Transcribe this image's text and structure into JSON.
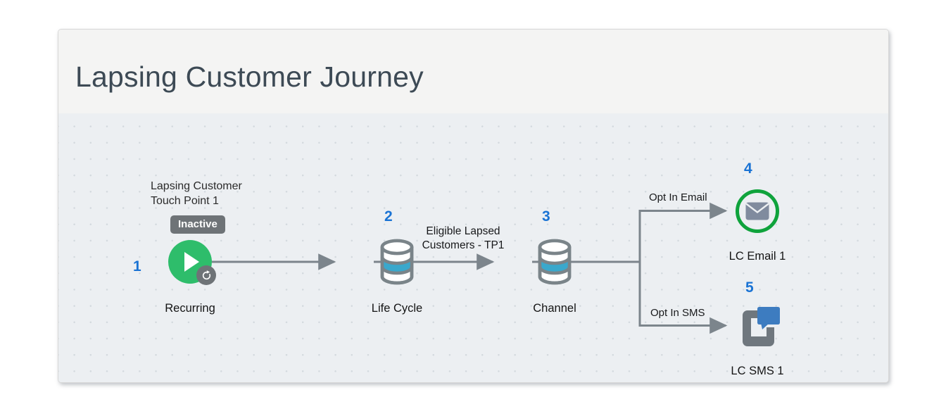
{
  "card": {
    "title": "Lapsing Customer Journey"
  },
  "diagram": {
    "annotation": "Lapsing Customer\nTouch Point 1",
    "nodes": [
      {
        "num": "1",
        "label": "Recurring",
        "status_badge": "Inactive",
        "icon": "play-circle-icon",
        "sub_icon": "recurring-arrow-icon",
        "color": "#2ebd6b"
      },
      {
        "num": "2",
        "label": "Life Cycle",
        "icon": "database-cylinder-icon",
        "color": "#3aa8cc"
      },
      {
        "num": "3",
        "label": "Channel",
        "icon": "database-cylinder-icon",
        "color": "#3aa8cc"
      },
      {
        "num": "4",
        "label": "LC Email 1",
        "icon": "envelope-icon",
        "color": "#0fa33c"
      },
      {
        "num": "5",
        "label": "LC SMS 1",
        "icon": "sms-chat-icon",
        "color": "#3d7cc0"
      }
    ],
    "edges": [
      {
        "from": "1",
        "to": "2",
        "label": ""
      },
      {
        "from": "2",
        "to": "3",
        "label": "Eligible Lapsed\nCustomers - TP1"
      },
      {
        "from": "3",
        "to": "4",
        "label": "Opt In Email"
      },
      {
        "from": "3",
        "to": "5",
        "label": "Opt In SMS"
      }
    ]
  },
  "colors": {
    "accent_blue": "#1a73d4",
    "green": "#2ebd6b",
    "email_green": "#0fa33c",
    "cylinder_blue": "#3aa8cc",
    "sms_blue": "#3d7cc0",
    "wire_gray": "#7c858c",
    "badge_gray": "#6e7377",
    "canvas_bg": "#eceff2",
    "header_bg": "#f4f4f3",
    "title_text": "#3d4a55"
  }
}
